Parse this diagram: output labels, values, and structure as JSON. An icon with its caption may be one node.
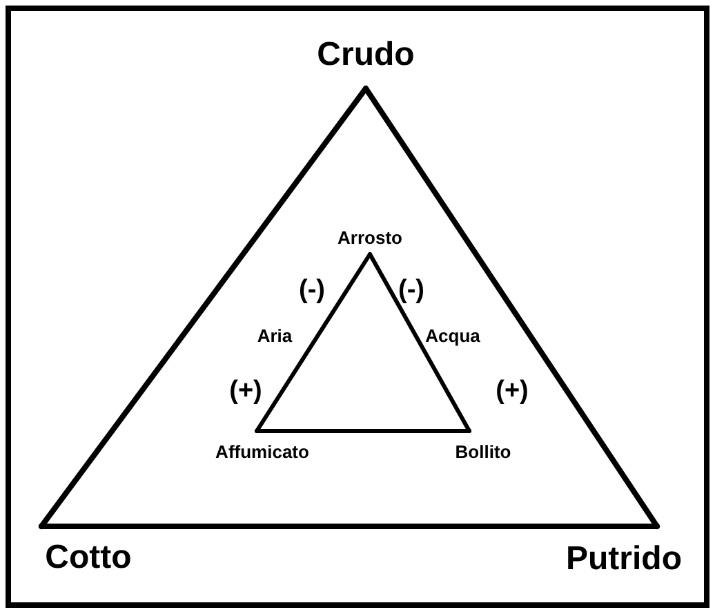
{
  "diagram": {
    "nodes": [
      {
        "text": [
          "Crudo"
        ]
      },
      {
        "text": [
          "Cotto"
        ]
      },
      {
        "text": [
          "Putrido"
        ]
      },
      {
        "text": [
          "Arrosto"
        ]
      },
      {
        "text": [
          "Affumicato"
        ]
      },
      {
        "text": [
          "Bollito"
        ]
      }
    ],
    "edges": [
      {
        "from": 0,
        "to": 1,
        "arrow": "none"
      },
      {
        "from": 0,
        "to": 2,
        "arrow": "none"
      },
      {
        "from": 1,
        "to": 2,
        "arrow": "none"
      },
      {
        "from": 3,
        "to": 4,
        "arrow": "none",
        "label": "Aria"
      },
      {
        "from": 3,
        "to": 5,
        "arrow": "none",
        "label": "Acqua"
      },
      {
        "from": 4,
        "to": 5,
        "arrow": "none"
      }
    ],
    "labels": [
      "(-)",
      "(-)",
      "(+)",
      "(+)"
    ]
  }
}
